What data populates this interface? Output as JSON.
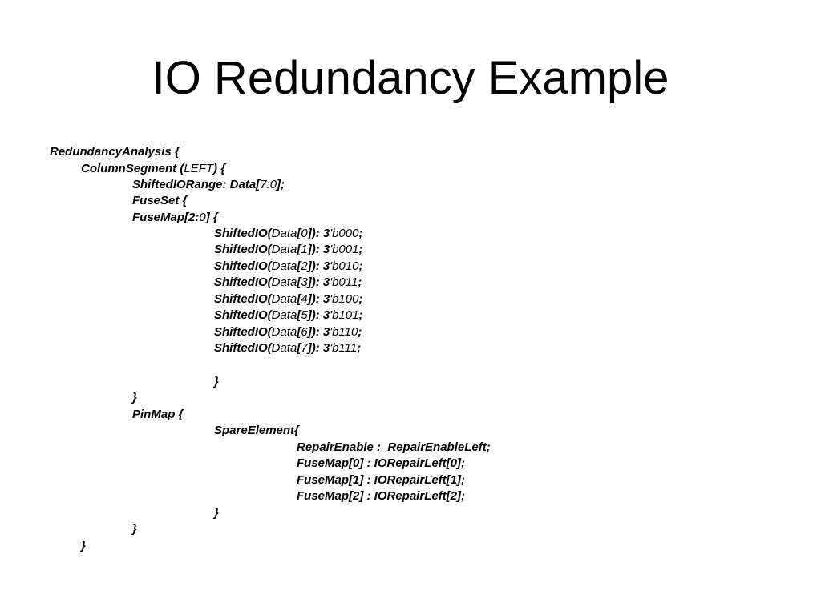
{
  "slide": {
    "title": "IO Redundancy Example"
  },
  "code": {
    "l01": {
      "a": "RedundancyAnalysis {"
    },
    "l02": {
      "a": "ColumnSegment (",
      "b": "LEFT",
      "c": ") {"
    },
    "l03": {
      "a": "ShiftedIORange: Data[",
      "b": "7:0",
      "c": "];"
    },
    "l04": {
      "a": "FuseSet {"
    },
    "l05": {
      "a": "FuseMap[2:",
      "b": "0",
      "c": "] {"
    },
    "map": [
      {
        "a": "ShiftedIO(",
        "b": "Data",
        "c": "[",
        "d": "0",
        "e": "]): 3",
        "f": "'b000",
        "g": ";"
      },
      {
        "a": "ShiftedIO(",
        "b": "Data",
        "c": "[",
        "d": "1",
        "e": "]): 3",
        "f": "'b001",
        "g": ";"
      },
      {
        "a": "ShiftedIO(",
        "b": "Data",
        "c": "[",
        "d": "2",
        "e": "]): 3",
        "f": "'b010",
        "g": ";"
      },
      {
        "a": "ShiftedIO(",
        "b": "Data",
        "c": "[",
        "d": "3",
        "e": "]): 3",
        "f": "'b011",
        "g": ";"
      },
      {
        "a": "ShiftedIO(",
        "b": "Data",
        "c": "[",
        "d": "4",
        "e": "]): 3",
        "f": "'b100",
        "g": ";"
      },
      {
        "a": "ShiftedIO(",
        "b": "Data",
        "c": "[",
        "d": "5",
        "e": "]): 3",
        "f": "'b101",
        "g": ";"
      },
      {
        "a": "ShiftedIO(",
        "b": "Data",
        "c": "[",
        "d": "6",
        "e": "]): 3",
        "f": "'b110",
        "g": ";"
      },
      {
        "a": "ShiftedIO(",
        "b": "Data",
        "c": "[",
        "d": "7",
        "e": "]): 3",
        "f": "'b111",
        "g": ";"
      }
    ],
    "l14": {
      "a": "}"
    },
    "l15": {
      "a": "}"
    },
    "l16": {
      "a": "PinMap {"
    },
    "l17": {
      "a": "SpareElement{"
    },
    "l18": {
      "a": "RepairEnable :  RepairEnableLeft;"
    },
    "l19": {
      "a": "FuseMap[0] : IORepairLeft[0];"
    },
    "l20": {
      "a": "FuseMap[1] : IORepairLeft[1];"
    },
    "l21": {
      "a": "FuseMap[2] : IORepairLeft[2];"
    },
    "l22": {
      "a": "}"
    },
    "l23": {
      "a": "}"
    },
    "l24": {
      "a": "}"
    }
  }
}
